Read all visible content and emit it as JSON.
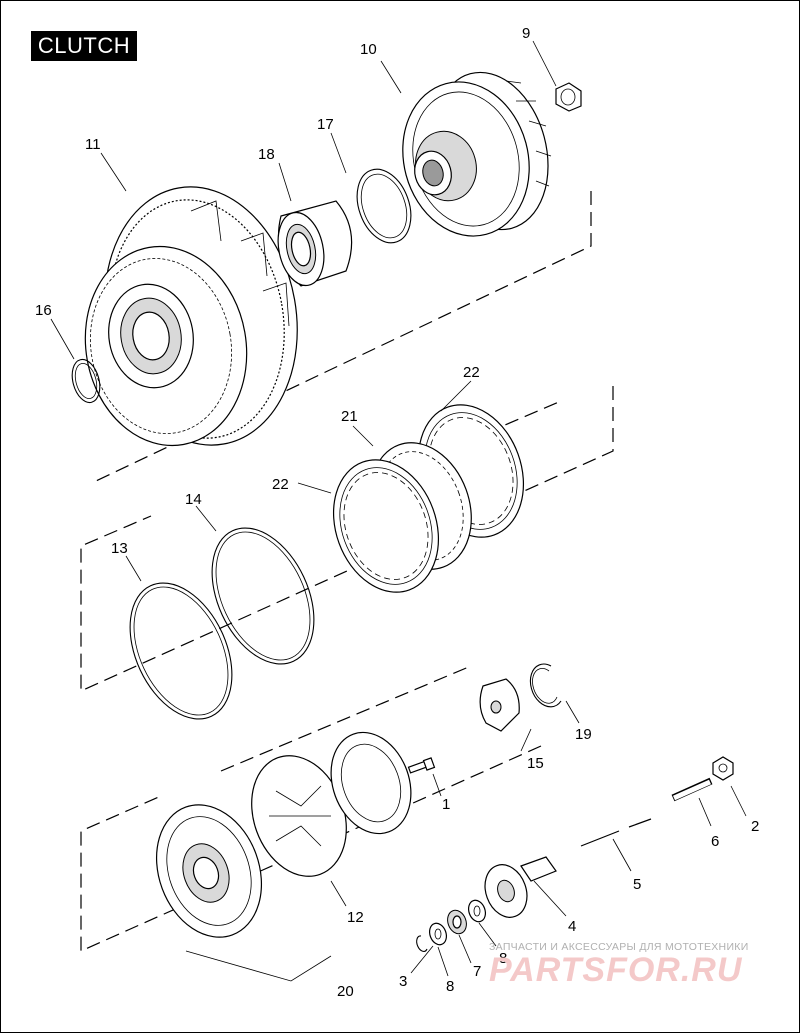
{
  "title": "CLUTCH",
  "callouts": [
    "1",
    "2",
    "3",
    "4",
    "5",
    "6",
    "7",
    "8",
    "8",
    "9",
    "10",
    "11",
    "12",
    "13",
    "14",
    "15",
    "16",
    "17",
    "18",
    "19",
    "20",
    "21",
    "22",
    "22"
  ],
  "watermark": {
    "subtitle": "ЗАПЧАСТИ И АКСЕССУАРЫ ДЛЯ МОТОТЕХНИКИ",
    "logo": "PARTSFOR.RU"
  }
}
